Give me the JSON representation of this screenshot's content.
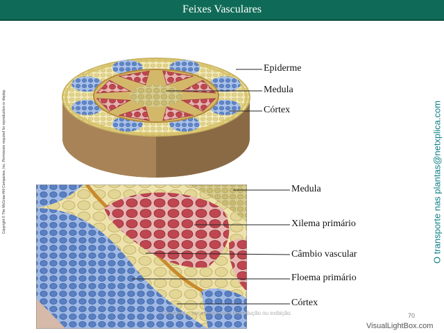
{
  "title": "Feixes Vasculares",
  "copyright_side": "Copyright © The McGraw-Hill Companies, Inc. Permission required for reproduction or display.",
  "source_side": "O transporte nas plantas@netxplica.com",
  "top_labels": [
    "Epiderme",
    "Medula",
    "Córtex"
  ],
  "bottom_labels": [
    "Medula",
    "Xilema primário",
    "Câmbio vascular",
    "Floema primário",
    "Córtex"
  ],
  "faint_note": "Copyright... necessária para reprodução ou exibição.",
  "page_number": "70",
  "watermark": "VisualLightBox.com",
  "colors": {
    "title_bar": "#0f6b57",
    "xylem": "#c0474f",
    "phloem": "#5f86c8",
    "parenchyma": "#e7dca0",
    "side_text": "#0c7f86"
  }
}
